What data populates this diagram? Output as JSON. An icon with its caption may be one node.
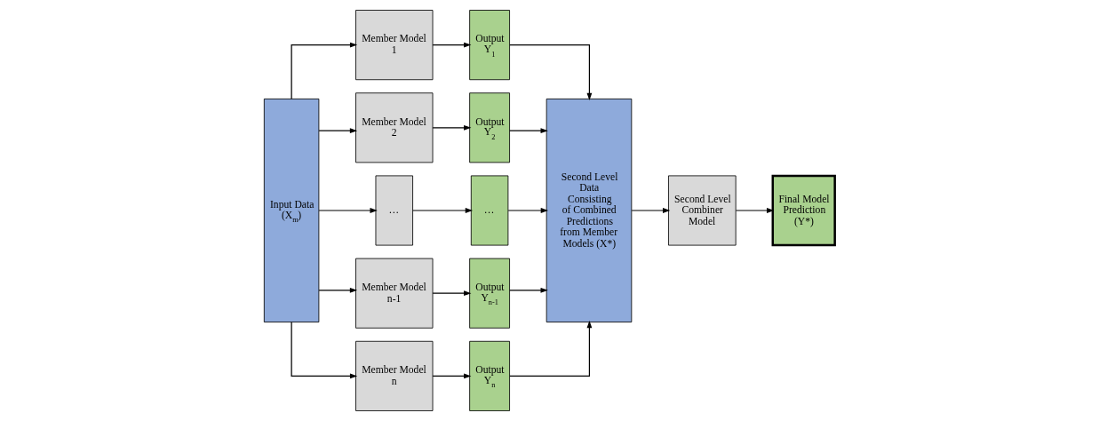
{
  "diagram": {
    "nodes": [
      {
        "text": [
          "Input Data (X$_{m}$)"
        ]
      },
      {
        "text": [
          "Member Model 1"
        ]
      },
      {
        "text": [
          "Member Model 2"
        ]
      },
      {
        "text": [
          "…"
        ]
      },
      {
        "text": [
          "Member Model n-1"
        ]
      },
      {
        "text": [
          "Member Model n"
        ]
      },
      {
        "text": [
          "Output Y$_{1}$"
        ]
      },
      {
        "text": [
          "Output Y$_{2}$"
        ]
      },
      {
        "text": [
          "…"
        ]
      },
      {
        "text": [
          "Output Y$_{n-1}$"
        ]
      },
      {
        "text": [
          "Output Y$_{n}$"
        ]
      },
      {
        "text": [
          "Second Level Data Consisting of Combined Predictions from Member Models (X*)"
        ]
      },
      {
        "text": [
          "Second Level Combiner Model"
        ]
      },
      {
        "text": [
          "Final Model Prediction (Y*)"
        ]
      }
    ],
    "edges": [
      {
        "from": 0,
        "to": 1,
        "arrow": "to"
      },
      {
        "from": 0,
        "to": 2,
        "arrow": "to"
      },
      {
        "from": 0,
        "to": 3,
        "arrow": "to"
      },
      {
        "from": 0,
        "to": 4,
        "arrow": "to"
      },
      {
        "from": 0,
        "to": 5,
        "arrow": "to"
      },
      {
        "from": 1,
        "to": 6,
        "arrow": "to"
      },
      {
        "from": 2,
        "to": 7,
        "arrow": "to"
      },
      {
        "from": 3,
        "to": 8,
        "arrow": "to"
      },
      {
        "from": 4,
        "to": 9,
        "arrow": "to"
      },
      {
        "from": 5,
        "to": 10,
        "arrow": "to"
      },
      {
        "from": 6,
        "to": 11,
        "arrow": "to"
      },
      {
        "from": 7,
        "to": 11,
        "arrow": "to"
      },
      {
        "from": 8,
        "to": 11,
        "arrow": "to"
      },
      {
        "from": 9,
        "to": 11,
        "arrow": "to"
      },
      {
        "from": 10,
        "to": 11,
        "arrow": "to"
      },
      {
        "from": 11,
        "to": 12,
        "arrow": "to"
      },
      {
        "from": 12,
        "to": 13,
        "arrow": "to"
      }
    ]
  }
}
